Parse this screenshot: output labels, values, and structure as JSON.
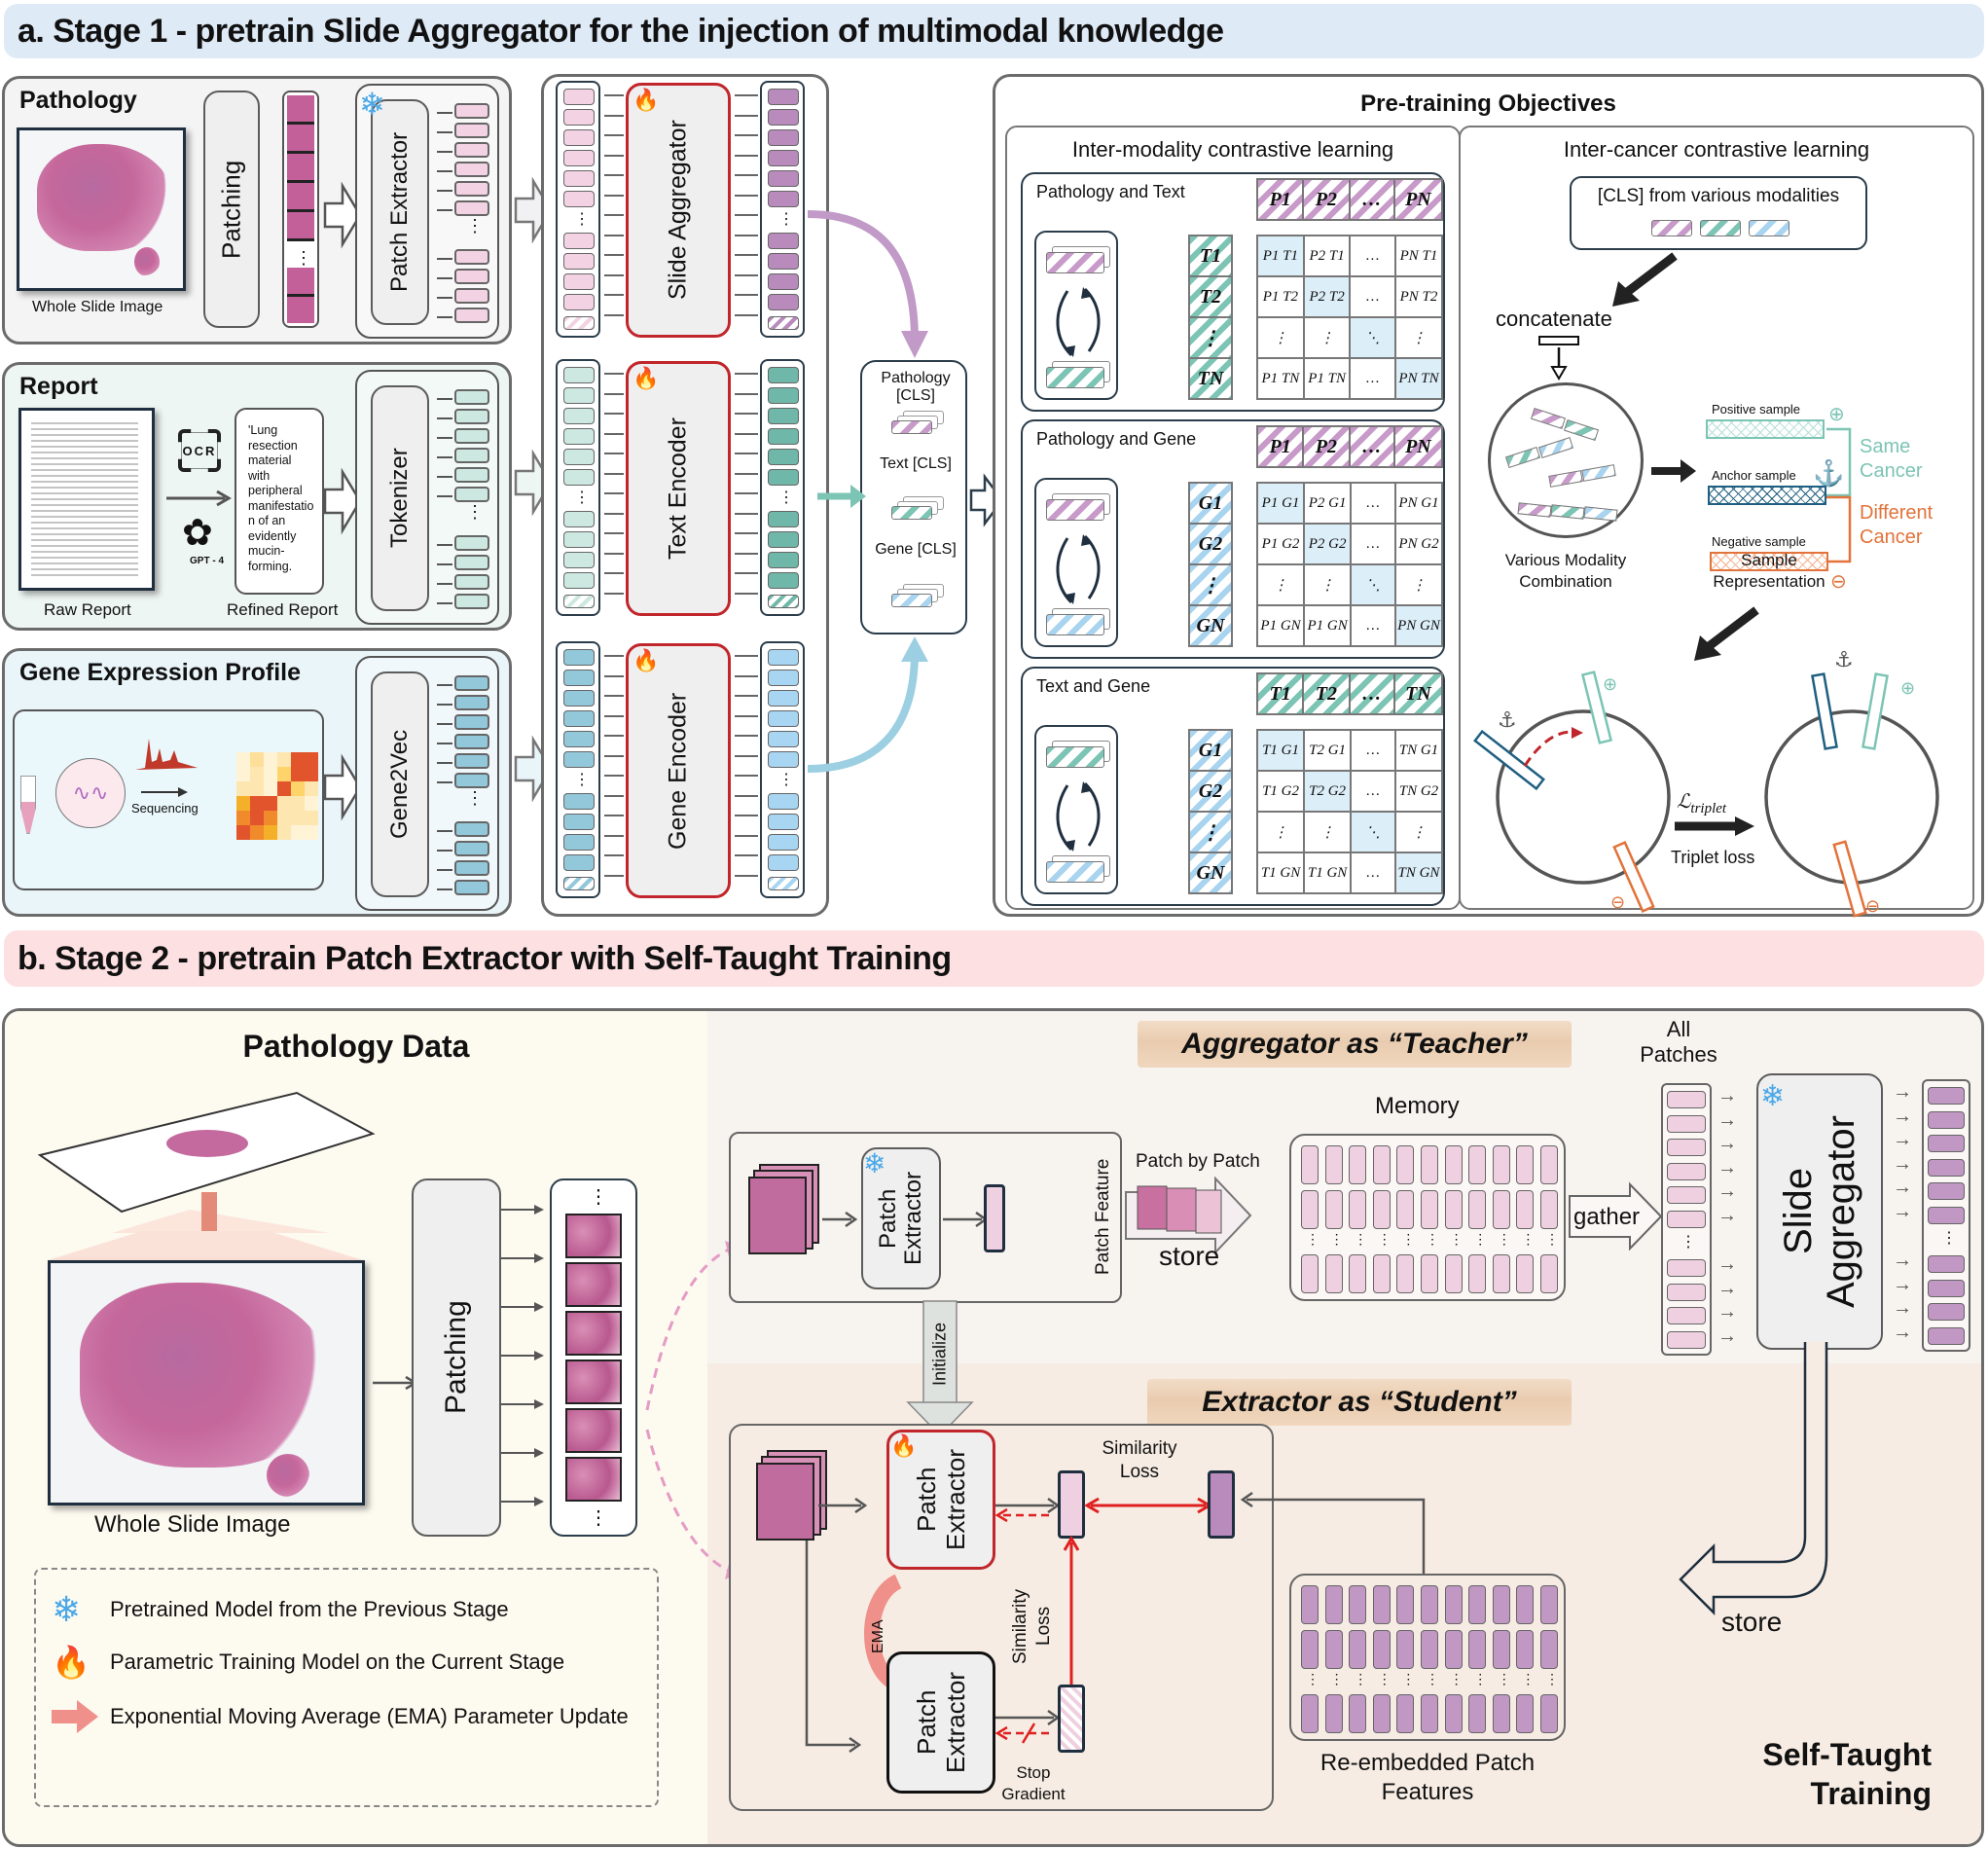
{
  "stage1": {
    "banner_title": "a. Stage 1 - pretrain Slide Aggregator for the injection of multimodal knowledge",
    "colors": {
      "banner_bg": "#dfeaf7",
      "pathology_token": "#f3d3e3",
      "text_token": "#cde8e1",
      "gene_token": "#93c7da",
      "pathology_out": "#b98bbd",
      "text_out": "#6fb7a9",
      "gene_out": "#a8d5f2",
      "trainable_border": "#c0262b"
    },
    "pathology": {
      "title": "Pathology",
      "image_caption": "Whole Slide Image",
      "patching_label": "Patching",
      "extractor_label": "Patch Extractor",
      "extractor_state_icon": "snowflake-icon"
    },
    "report": {
      "title": "Report",
      "raw_caption": "Raw Report",
      "ocr_label": "OCR",
      "gpt_label": "GPT - 4",
      "refined_caption": "Refined Report",
      "refined_text": "'Lung resection material with peripheral manifestatio n of an evidently mucin-forming.",
      "tokenizer_label": "Tokenizer"
    },
    "gene": {
      "title": "Gene Expression Profile",
      "sequencing_label": "Sequencing",
      "gene2vec_label": "Gene2Vec"
    },
    "encoders": [
      {
        "label": "Slide Aggregator",
        "state_icon": "fire-icon"
      },
      {
        "label": "Text Encoder",
        "state_icon": "fire-icon"
      },
      {
        "label": "Gene Encoder",
        "state_icon": "fire-icon"
      }
    ],
    "cls_box": {
      "items": [
        {
          "label": "Pathology [CLS]"
        },
        {
          "label": "Text [CLS]"
        },
        {
          "label": "Gene [CLS]"
        }
      ]
    },
    "objectives": {
      "title": "Pre-training Objectives",
      "inter_modality": {
        "title": "Inter-modality contrastive learning",
        "pairs": [
          {
            "title": "Pathology and Text",
            "top": [
              "P1",
              "P2",
              "…",
              "PN"
            ],
            "side": [
              "T1",
              "T2",
              "⋮",
              "TN"
            ],
            "rows": [
              [
                "P1 T1",
                "P2 T1",
                "…",
                "PN T1"
              ],
              [
                "P1 T2",
                "P2 T2",
                "…",
                "PN T2"
              ],
              [
                "⋮",
                "⋮",
                "⋱",
                "⋮"
              ],
              [
                "P1 TN",
                "P1 TN",
                "…",
                "PN TN"
              ]
            ]
          },
          {
            "title": "Pathology and Gene",
            "top": [
              "P1",
              "P2",
              "…",
              "PN"
            ],
            "side": [
              "G1",
              "G2",
              "⋮",
              "GN"
            ],
            "rows": [
              [
                "P1 G1",
                "P2 G1",
                "…",
                "PN G1"
              ],
              [
                "P1 G2",
                "P2 G2",
                "…",
                "PN G2"
              ],
              [
                "⋮",
                "⋮",
                "⋱",
                "⋮"
              ],
              [
                "P1 GN",
                "P1 GN",
                "…",
                "PN GN"
              ]
            ]
          },
          {
            "title": "Text and Gene",
            "top": [
              "T1",
              "T2",
              "…",
              "TN"
            ],
            "side": [
              "G1",
              "G2",
              "⋮",
              "GN"
            ],
            "rows": [
              [
                "T1 G1",
                "T2 G1",
                "…",
                "TN G1"
              ],
              [
                "T1 G2",
                "T2 G2",
                "…",
                "TN G2"
              ],
              [
                "⋮",
                "⋮",
                "⋱",
                "⋮"
              ],
              [
                "T1 GN",
                "T1 GN",
                "…",
                "TN GN"
              ]
            ]
          }
        ]
      },
      "inter_cancer": {
        "title": "Inter-cancer contrastive learning",
        "cls_box_label": "[CLS] from various modalities",
        "concatenate_label": "concatenate",
        "combination_caption": "Various Modality Combination",
        "positive_label": "Positive sample",
        "anchor_label": "Anchor sample",
        "negative_label": "Negative sample",
        "same_cancer_label": "Same Cancer",
        "different_cancer_label": "Different Cancer",
        "representation_caption": "Sample Representation",
        "loss_symbol": "ℒtriplet",
        "loss_label": "Triplet loss",
        "colors": {
          "positive": "#7cc4b4",
          "anchor": "#1f5f80",
          "negative": "#e2733a"
        }
      }
    }
  },
  "stage2": {
    "banner_title": "b. Stage 2 - pretrain Patch Extractor with Self-Taught Training",
    "colors": {
      "banner_bg": "#fde0e2",
      "left_bg": "#fdfaf0",
      "right_bg": "#f7f3ef",
      "student_bg": "#f6ece3",
      "memory_token": "#efd0e0",
      "reembedded_token": "#c197c4"
    },
    "pathology_data": {
      "title": "Pathology Data",
      "image_caption": "Whole Slide Image",
      "patching_label": "Patching"
    },
    "legend": [
      {
        "icon": "snowflake-icon",
        "label": "Pretrained Model from the Previous Stage"
      },
      {
        "icon": "fire-icon",
        "label": "Parametric Training Model on the Current Stage"
      },
      {
        "icon": "ema-arrow-icon",
        "label": "Exponential Moving Average (EMA) Parameter Update"
      }
    ],
    "teacher": {
      "plank_label": "Aggregator as “Teacher”",
      "extractor_label": "Patch Extractor",
      "feature_label": "Patch Feature",
      "patch_by_patch_label": "Patch by Patch",
      "store_label": "store",
      "memory_label": "Memory",
      "gather_label": "gather",
      "all_patches_label": "All Patches",
      "aggregator_label": "Slide Aggregator"
    },
    "student": {
      "plank_label": "Extractor as “Student”",
      "initialize_label": "Initialize",
      "extractor_label": "Patch Extractor",
      "ema_extractor_label": "Patch Extractor",
      "ema_label": "EMA",
      "similarity_loss_h": "Similarity Loss",
      "similarity_loss_v": "Similarity Loss",
      "stop_gradient_label": "Stop Gradient",
      "reembedded_label": "Re-embedded Patch Features",
      "store_label": "store"
    },
    "corner_title": "Self-Taught Training"
  }
}
